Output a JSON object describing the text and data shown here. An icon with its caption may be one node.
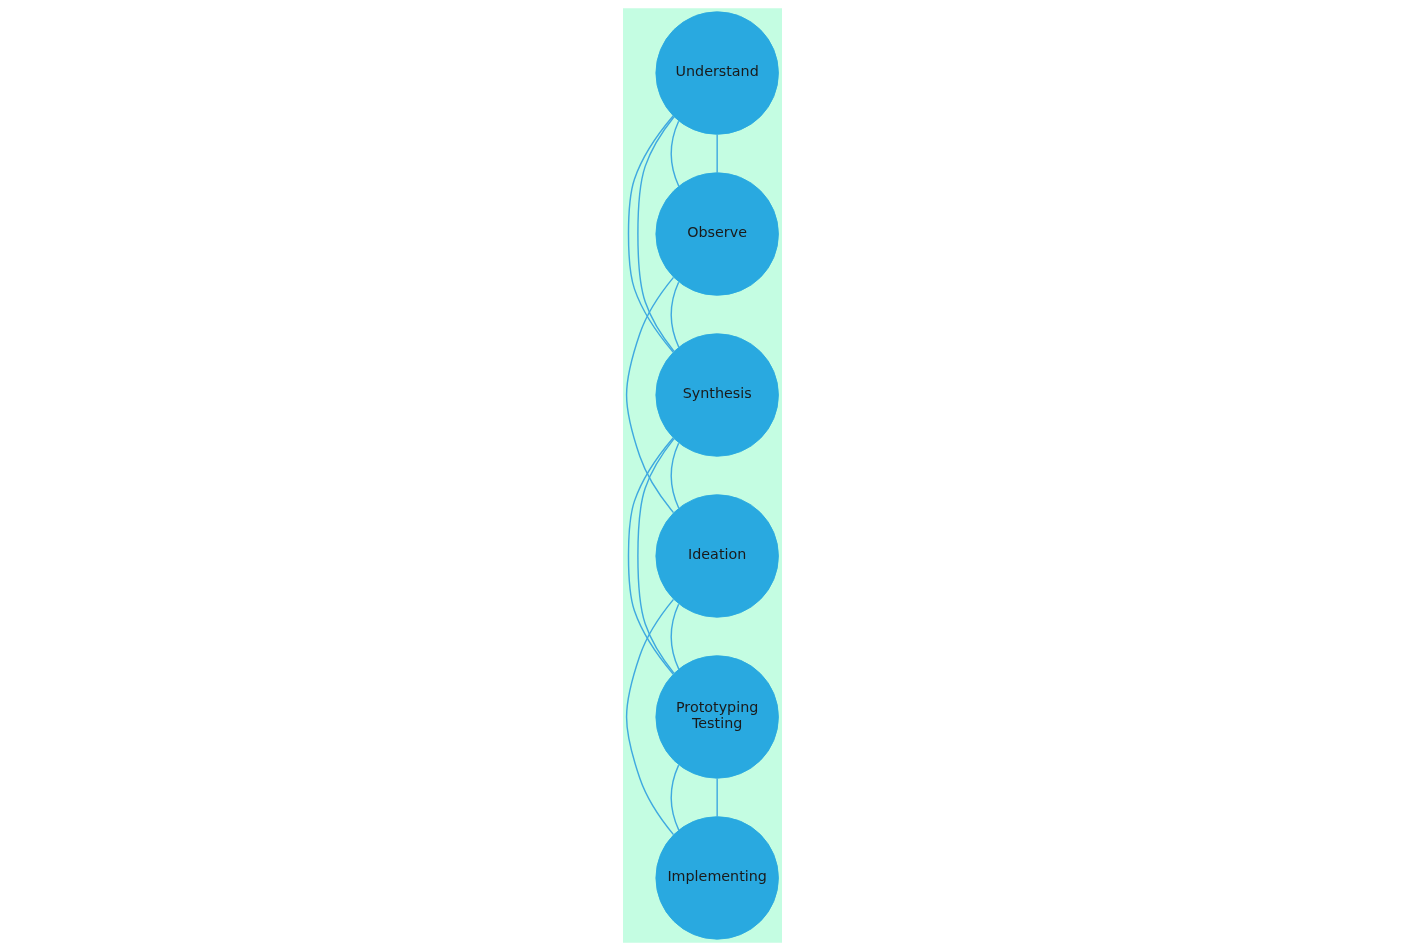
{
  "diagram": {
    "nodes": [
      {
        "text": [
          "Understand"
        ]
      },
      {
        "text": [
          "Observe"
        ]
      },
      {
        "text": [
          "Synthesis"
        ]
      },
      {
        "text": [
          "Ideation"
        ]
      },
      {
        "text": [
          "Prototyping Testing"
        ]
      },
      {
        "text": [
          "Implementing"
        ]
      }
    ],
    "edges": [
      {
        "from": 0,
        "to": 2,
        "arrow": "none"
      },
      {
        "from": 0,
        "to": 1,
        "arrow": "none"
      },
      {
        "from": 1,
        "to": 2,
        "arrow": "none"
      },
      {
        "from": 2,
        "to": 4,
        "arrow": "none"
      },
      {
        "from": 2,
        "to": 3,
        "arrow": "none"
      },
      {
        "from": 3,
        "to": 5,
        "arrow": "none"
      },
      {
        "from": 4,
        "to": 5,
        "arrow": "none"
      },
      {
        "from": 0,
        "to": 1,
        "arrow": "none"
      },
      {
        "from": 0,
        "to": 2,
        "arrow": "none"
      },
      {
        "from": 1,
        "to": 3,
        "arrow": "none"
      },
      {
        "from": 2,
        "to": 4,
        "arrow": "none"
      },
      {
        "from": 3,
        "to": 4,
        "arrow": "none"
      },
      {
        "from": 4,
        "to": 5,
        "arrow": "none"
      }
    ]
  }
}
